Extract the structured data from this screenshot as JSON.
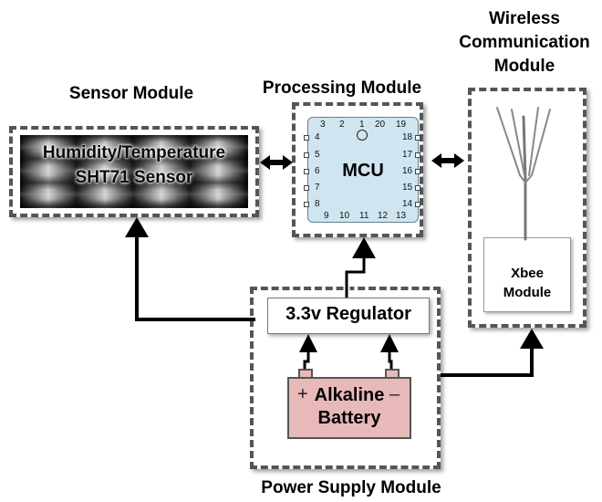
{
  "titles": {
    "sensor": "Sensor Module",
    "processing": "Processing Module",
    "wireless_line1": "Wireless",
    "wireless_line2": "Communication",
    "wireless_line3": "Module",
    "power": "Power Supply Module"
  },
  "sensor": {
    "line1": "Humidity/Temperature",
    "line2": "SHT71 Sensor"
  },
  "mcu": {
    "label": "MCU",
    "pins_top": [
      "3",
      "2",
      "1",
      "20",
      "19"
    ],
    "pins_left": [
      "4",
      "5",
      "6",
      "7",
      "8"
    ],
    "pins_right": [
      "18",
      "17",
      "16",
      "15",
      "14"
    ],
    "pins_bottom": [
      "9",
      "10",
      "11",
      "12",
      "13"
    ]
  },
  "xbee": {
    "line1": "Xbee",
    "line2": "Module"
  },
  "regulator": {
    "label": "3.3v Regulator"
  },
  "battery": {
    "line1": "Alkaline",
    "line2": "Battery",
    "plus": "+",
    "minus": "–"
  },
  "colors": {
    "dashed_border": "#555555",
    "mcu_fill": "#cfe5f0",
    "battery_fill": "#e7b9b9"
  }
}
